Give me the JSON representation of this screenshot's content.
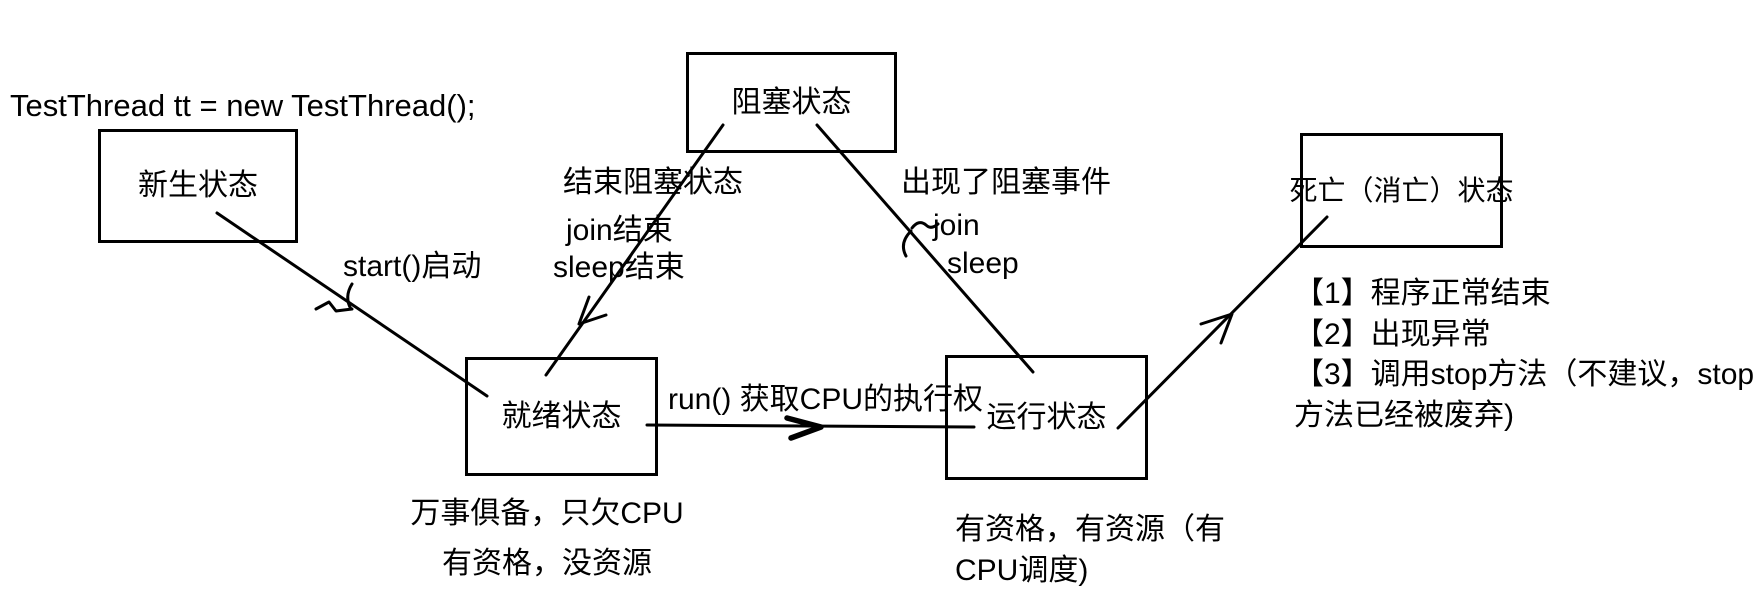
{
  "annotations": {
    "code": "TestThread tt = new TestThread();"
  },
  "states": {
    "new": {
      "label": "新生状态"
    },
    "blocked": {
      "label": "阻塞状态"
    },
    "ready": {
      "label": "就绪状态"
    },
    "running": {
      "label": "运行状态"
    },
    "dead": {
      "label": "死亡（消亡）状态"
    }
  },
  "transitions": {
    "new_to_ready": {
      "label": "start()启动"
    },
    "ready_to_running": {
      "label": "run() 获取CPU的执行权"
    },
    "blocked_to_ready": {
      "lines": [
        "结束阻塞状态",
        "join结束",
        "sleep结束"
      ]
    },
    "running_to_blocked": {
      "lines": [
        "出现了阻塞事件",
        "join",
        "sleep"
      ]
    }
  },
  "notes": {
    "ready": {
      "lines": [
        "万事俱备，只欠CPU",
        "有资格，没资源"
      ]
    },
    "running": {
      "lines": [
        "有资格，有资源（有",
        "CPU调度)"
      ]
    },
    "dead": {
      "lines": [
        "【1】程序正常结束",
        "【2】出现异常",
        "【3】调用stop方法（不建议，stop",
        "方法已经被废弃)"
      ]
    }
  },
  "colors": {
    "ink": "#000000",
    "background": "#ffffff"
  }
}
